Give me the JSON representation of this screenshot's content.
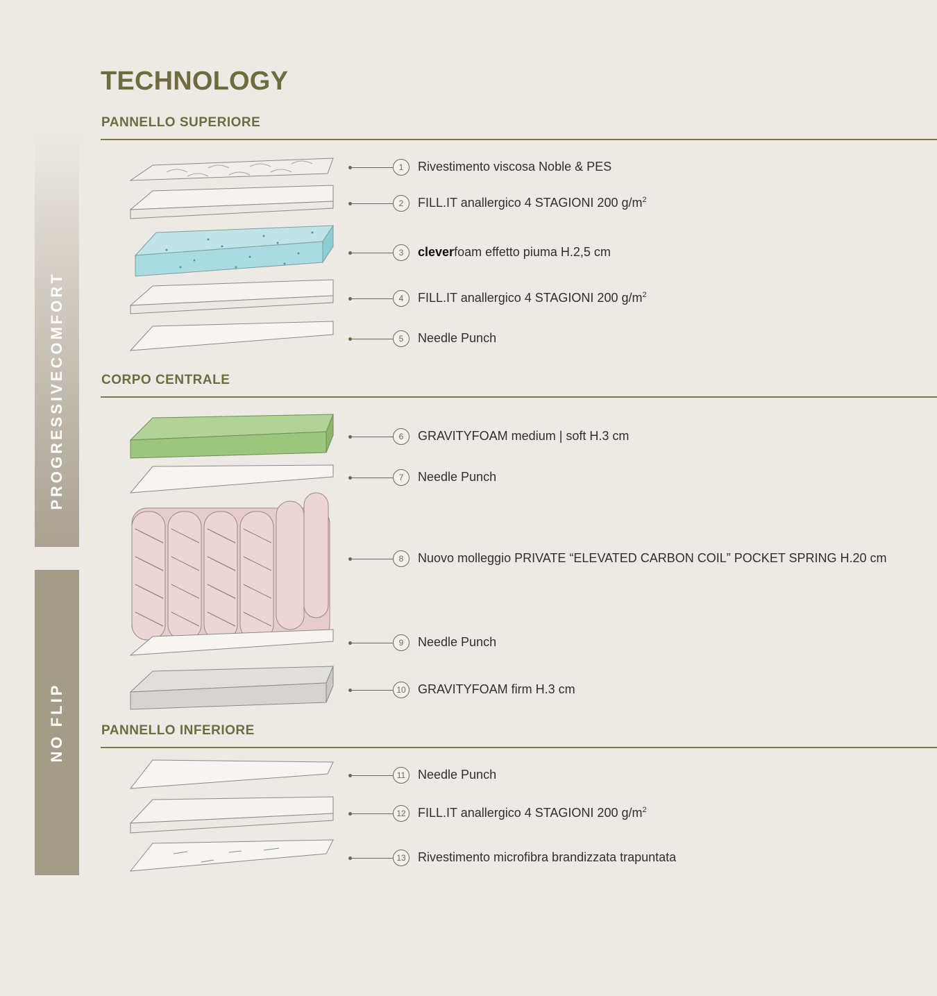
{
  "title": "TECHNOLOGY",
  "sections": [
    {
      "heading": "PANNELLO SUPERIORE"
    },
    {
      "heading": "CORPO CENTRALE"
    },
    {
      "heading": "PANNELLO INFERIORE"
    }
  ],
  "side_labels": {
    "top": "PROGRESSIVECOMFORT",
    "bottom": "NO FLIP"
  },
  "layers": [
    {
      "num": "1",
      "text": "Rivestimento viscosa Noble & PES"
    },
    {
      "num": "2",
      "text": "FILL.IT anallergico 4 STAGIONI 200 g/m",
      "sup": "2"
    },
    {
      "num": "3",
      "brand_bold": "clever",
      "brand_rest": "foam",
      "text": " effetto piuma H.2,5 cm"
    },
    {
      "num": "4",
      "text": "FILL.IT anallergico 4 STAGIONI 200 g/m",
      "sup": "2"
    },
    {
      "num": "5",
      "text": "Needle Punch"
    },
    {
      "num": "6",
      "text": "GRAVITYFOAM medium | soft H.3 cm"
    },
    {
      "num": "7",
      "text": "Needle Punch"
    },
    {
      "num": "8",
      "text": "Nuovo molleggio PRIVATE “ELEVATED CARBON COIL” POCKET SPRING H.20 cm"
    },
    {
      "num": "9",
      "text": "Needle Punch"
    },
    {
      "num": "10",
      "text": "GRAVITYFOAM firm H.3 cm"
    },
    {
      "num": "11",
      "text": "Needle Punch"
    },
    {
      "num": "12",
      "text": "FILL.IT anallergico 4 STAGIONI 200 g/m",
      "sup": "2"
    },
    {
      "num": "13",
      "text": "Rivestimento microfibra brandizzata trapuntata"
    }
  ],
  "colors": {
    "background": "#ede9e4",
    "heading": "#6d6c3e",
    "rule": "#7a7450",
    "side_band": "#a39c86",
    "cleverfoam": "#a9dbe0",
    "gravity_medium": "#9cc57d",
    "gravity_firm": "#d6d4d1",
    "springs": "#e6cccb"
  }
}
